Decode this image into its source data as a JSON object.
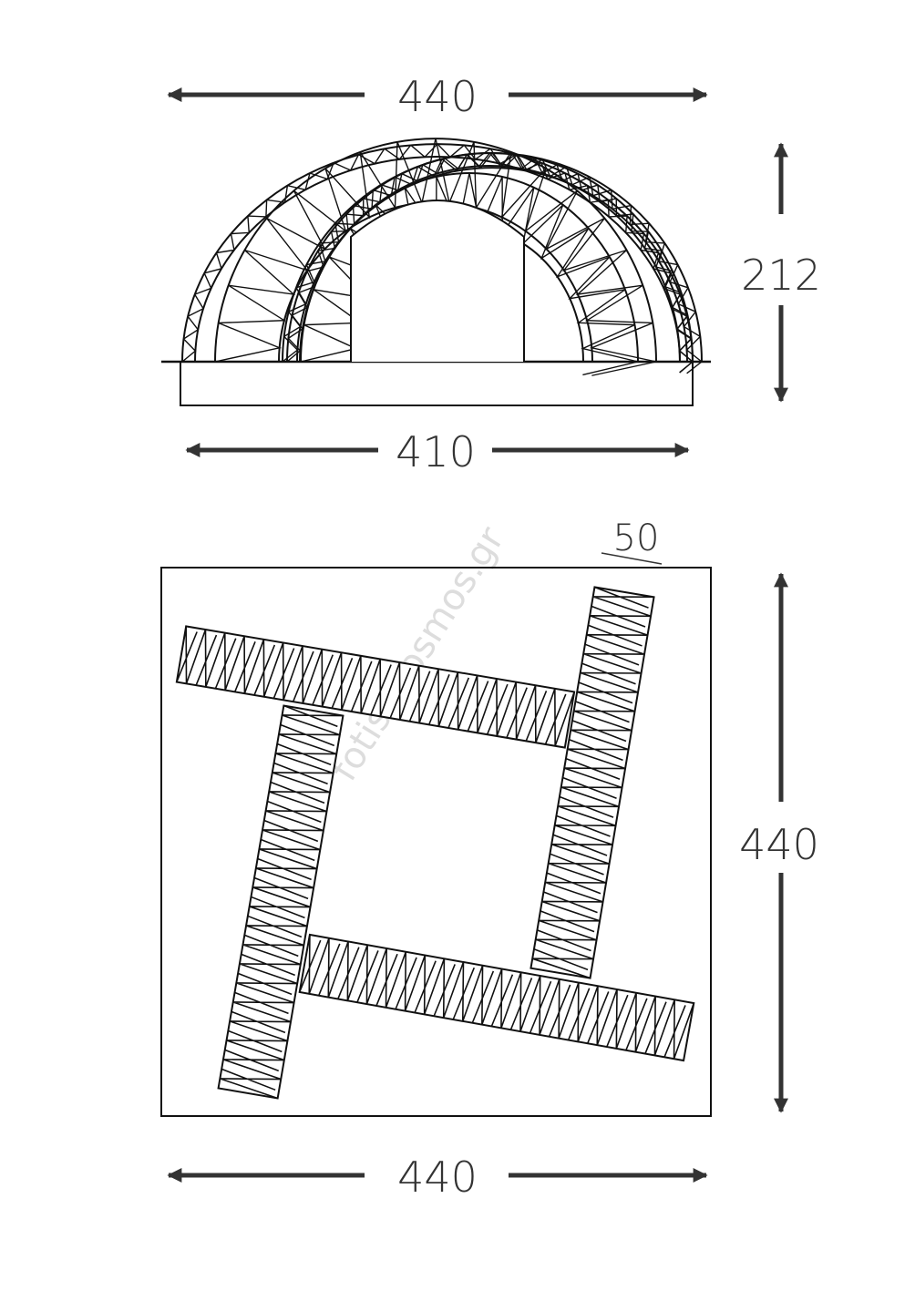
{
  "watermark": "fotistikosmos.gr",
  "dimensions": {
    "front_width": "440",
    "front_height": "212",
    "base_width": "410",
    "bar_width": "50",
    "top_depth": "440",
    "top_width": "440"
  },
  "colors": {
    "line": "#111111",
    "dimension": "#333333",
    "watermark": "#dddddd"
  }
}
